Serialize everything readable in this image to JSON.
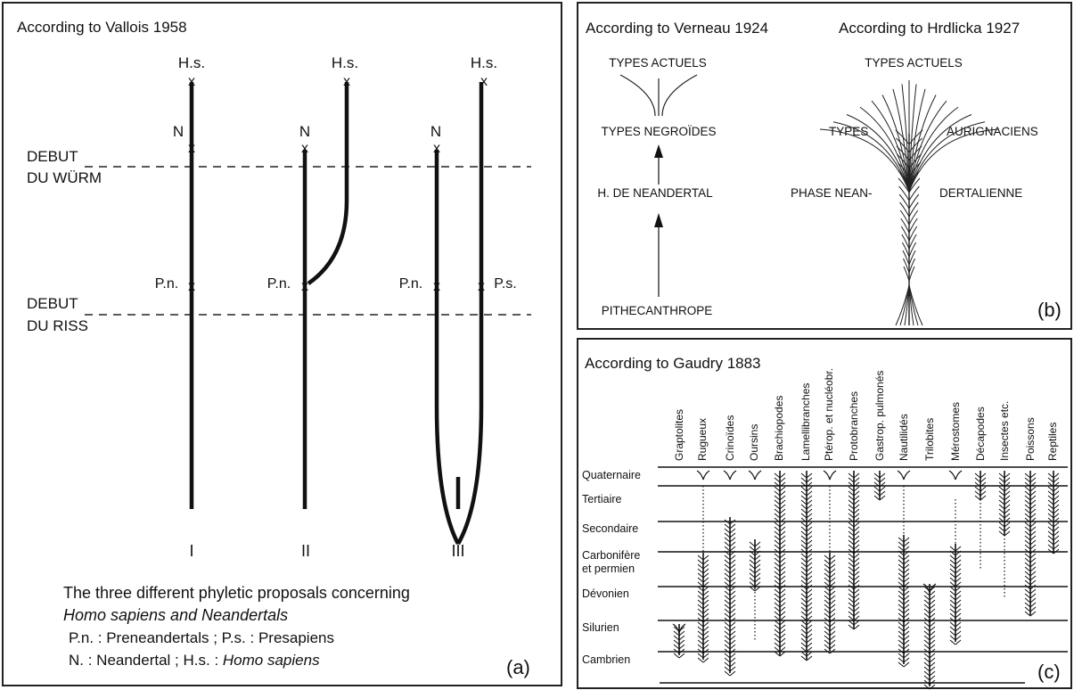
{
  "panel_a": {
    "title": "According to  Vallois 1958",
    "levels": {
      "wurm": [
        "DEBUT",
        "DU WÜRM"
      ],
      "riss": [
        "DEBUT",
        "DU RISS"
      ]
    },
    "lineage_labels": {
      "hs": "H.s.",
      "n": "N",
      "pn": "P.n.",
      "ps": "P.s.",
      "mark": "x"
    },
    "proposals": [
      "I",
      "II",
      "III"
    ],
    "caption": {
      "line1": "The three different phyletic proposals  concerning",
      "line2": "Homo sapiens and Neandertals",
      "line3": "P.n. : Preneandertals ; P.s. : Presapiens",
      "line4a": "N. : Neandertal ; H.s. : ",
      "line4b": "Homo sapiens"
    },
    "tag": "(a)"
  },
  "panel_b": {
    "verneau": {
      "title": "According to Verneau 1924",
      "stages": [
        "TYPES ACTUELS",
        "TYPES NEGROÏDES",
        "H. DE NEANDERTAL",
        "PITHECANTHROPE"
      ]
    },
    "hrdlicka": {
      "title": "According to Hrdlicka 1927",
      "top": "TYPES ACTUELS",
      "upper_left": "TYPES",
      "upper_right": "AURIGNACIENS",
      "mid_left": "PHASE NEAN-",
      "mid_right": "DERTALIENNE"
    },
    "tag": "(b)"
  },
  "panel_c": {
    "title": "According to Gaudry 1883",
    "groups": [
      "Graptolites",
      "Rugueux",
      "Crinoïdes",
      "Oursins",
      "Brachiopodes",
      "Lamellibranches",
      "Ptérop. et nucléobr.",
      "Protobranches",
      "Gastrop. pulmonés",
      "Nautilidés",
      "Trilobites",
      "Mérostomes",
      "Décapodes",
      "Insectes etc.",
      "Poissons",
      "Reptiles"
    ],
    "periods": [
      "Quaternaire",
      "Tertiaire",
      "Secondaire",
      "Carbonifère",
      "et permien",
      "Dévonien",
      "Silurien",
      "Cambrien"
    ],
    "tag": "(c)"
  }
}
